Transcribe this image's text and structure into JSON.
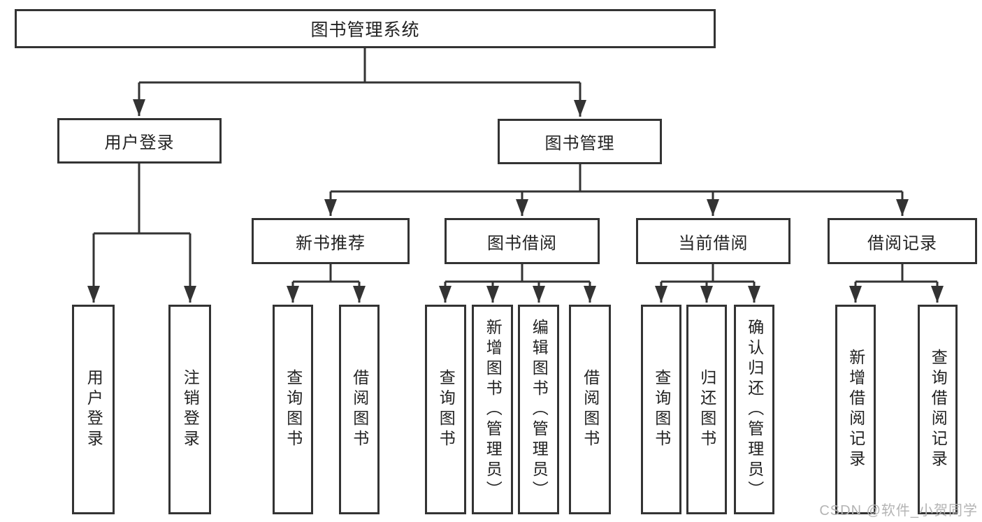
{
  "colors": {
    "line": "#333333",
    "ink": "#222222",
    "box_bg": "#ffffff",
    "watermark": "#b4b4b4"
  },
  "watermark": {
    "text": "CSDN @软件_小贺同学"
  },
  "tree": {
    "label": "图书管理系统",
    "children": [
      {
        "label": "用户登录",
        "children": [
          {
            "label": "用户登录"
          },
          {
            "label": "注销登录"
          }
        ]
      },
      {
        "label": "图书管理",
        "children": [
          {
            "label": "新书推荐",
            "children": [
              {
                "label": "查询图书"
              },
              {
                "label": "借阅图书"
              }
            ]
          },
          {
            "label": "图书借阅",
            "children": [
              {
                "label": "查询图书"
              },
              {
                "label": "新增图书（管理员）"
              },
              {
                "label": "编辑图书（管理员）"
              },
              {
                "label": "借阅图书"
              }
            ]
          },
          {
            "label": "当前借阅",
            "children": [
              {
                "label": "查询图书"
              },
              {
                "label": "归还图书"
              },
              {
                "label": "确认归还（管理员）"
              }
            ]
          },
          {
            "label": "借阅记录",
            "children": [
              {
                "label": "新增借阅记录"
              },
              {
                "label": "查询借阅记录"
              }
            ]
          }
        ]
      }
    ]
  }
}
